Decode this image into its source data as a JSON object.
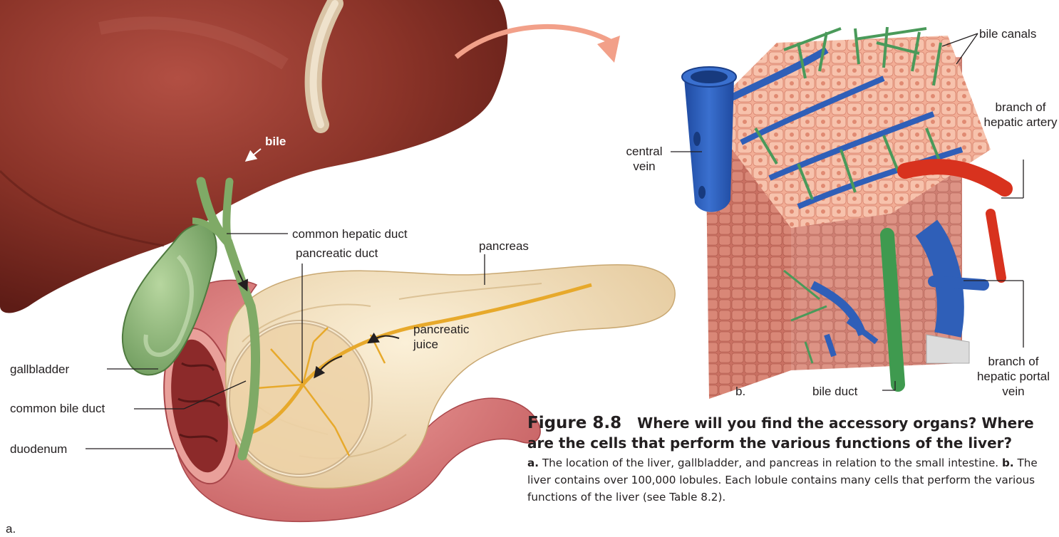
{
  "panel_a": {
    "panel_letter": "a.",
    "labels": {
      "bile": "bile",
      "common_hepatic_duct": "common hepatic duct",
      "pancreatic_duct": "pancreatic duct",
      "pancreas": "pancreas",
      "pancreatic_juice": "pancreatic juice",
      "gallbladder": "gallbladder",
      "common_bile_duct": "common bile duct",
      "duodenum": "duodenum"
    }
  },
  "panel_b": {
    "panel_letter": "b.",
    "labels": {
      "bile_canals": "bile canals",
      "branch_of_hepatic_artery": "branch of hepatic artery",
      "central_vein": "central vein",
      "bile_duct": "bile duct",
      "branch_of_hepatic_portal_vein": "branch of hepatic portal vein"
    }
  },
  "caption": {
    "figure_number": "Figure 8.8",
    "title": "Where will you find the accessory organs? Where are the cells that perform the various functions of the liver?",
    "a_marker": "a.",
    "a_text": "The location of the liver, gallbladder, and pancreas in relation to the small intestine.",
    "b_marker": "b.",
    "b_text": "The liver contains over 100,000 lobules. Each lobule contains many cells that perform the various functions of the liver (see Table 8.2)."
  },
  "colors": {
    "liver": "#7b2b22",
    "pancreas": "#f3dfb8",
    "duodenum": "#d9797a",
    "gallbladder": "#8ab37a",
    "vein_blue": "#2f5fb8",
    "artery_red": "#d8321e",
    "bile_green": "#4a9a5a",
    "hepatocyte": "#f0a88f",
    "arrow_salmon": "#f2a089"
  }
}
